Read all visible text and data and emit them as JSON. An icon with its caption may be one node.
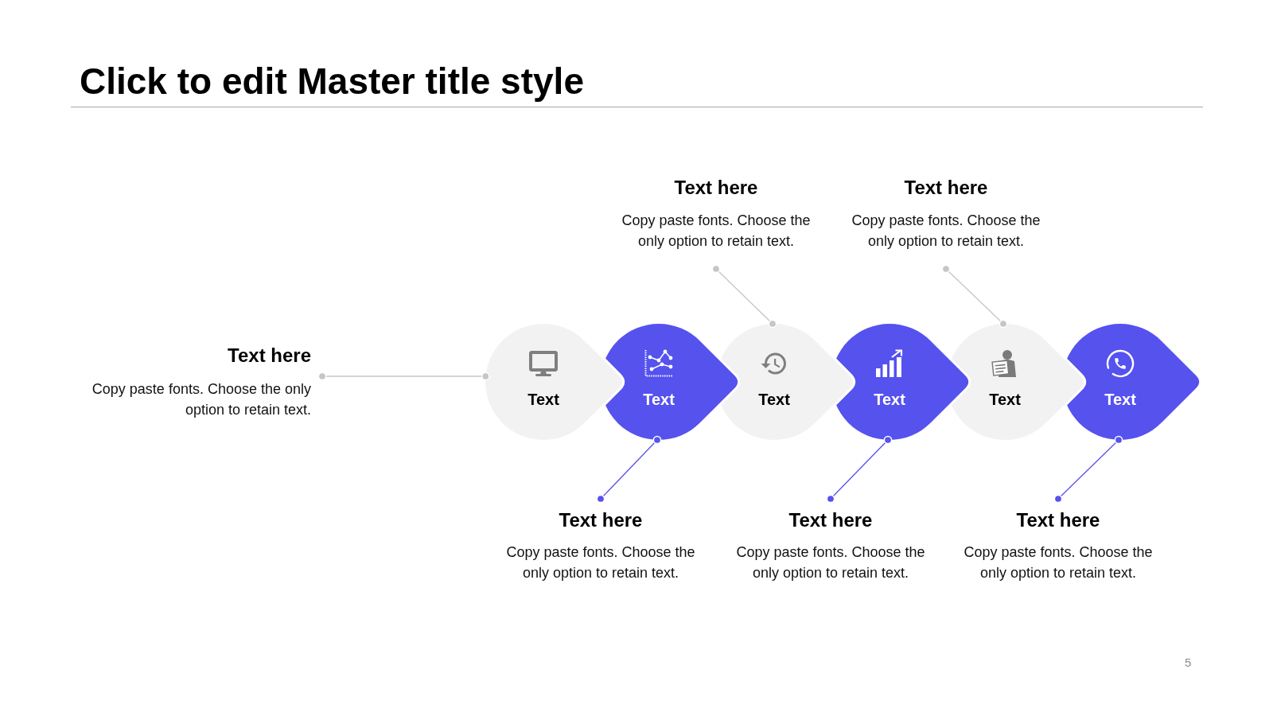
{
  "diagram": {
    "title": "Click to edit Master title style",
    "nodes": [
      {
        "text": [
          "Text here",
          "Copy paste fonts. Choose the only option to retain text."
        ]
      },
      {
        "text": [
          "Text here",
          "Copy paste fonts. Choose the only option to retain text."
        ]
      },
      {
        "text": [
          "Text here",
          "Copy paste fonts. Choose the only option to retain text."
        ]
      },
      {
        "text": [
          "Text"
        ]
      },
      {
        "text": [
          "Text"
        ]
      },
      {
        "text": [
          "Text"
        ]
      },
      {
        "text": [
          "Text"
        ]
      },
      {
        "text": [
          "Text"
        ]
      },
      {
        "text": [
          "Text"
        ]
      },
      {
        "text": [
          "Text here",
          "Copy paste fonts. Choose the only option to retain text."
        ]
      },
      {
        "text": [
          "Text here",
          "Copy paste fonts. Choose the only option to retain text."
        ]
      },
      {
        "text": [
          "Text here",
          "Copy paste fonts. Choose the only option to retain text."
        ]
      }
    ],
    "edges": [
      {
        "from": 0,
        "to": 5,
        "arrow": "other"
      },
      {
        "from": 1,
        "to": 7,
        "arrow": "other"
      },
      {
        "from": 2,
        "to": 3,
        "arrow": "other"
      },
      {
        "from": 9,
        "to": 4,
        "arrow": "other",
        "color": "#5552ee"
      },
      {
        "from": 10,
        "to": 6,
        "arrow": "other",
        "color": "#5552ee"
      },
      {
        "from": 11,
        "to": 8,
        "arrow": "other",
        "color": "#5552ee"
      }
    ],
    "labels": [
      "5"
    ]
  }
}
